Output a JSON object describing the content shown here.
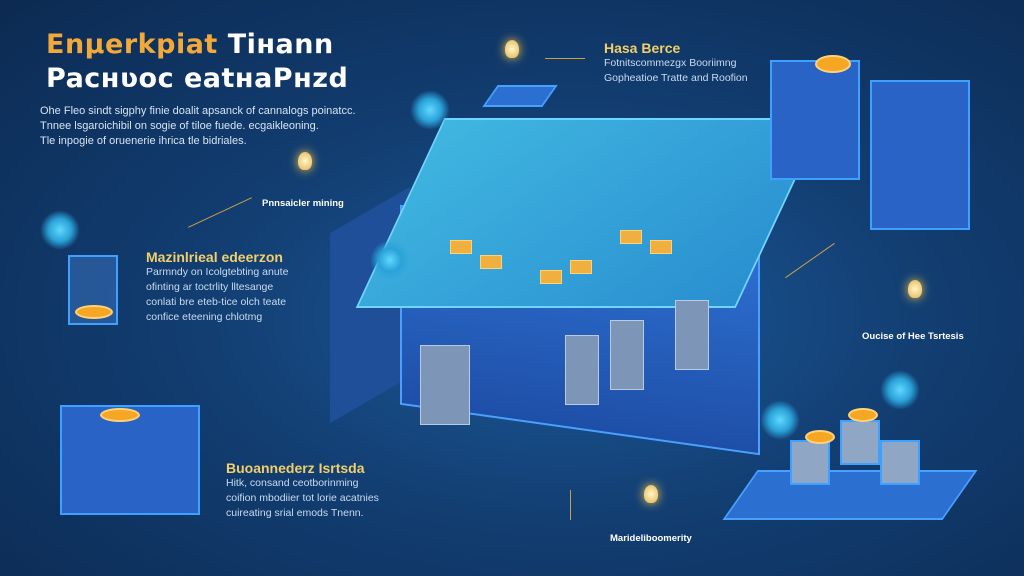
{
  "header": {
    "title_highlight": "Enµerkpiat",
    "title_rest_1": "Tiнann",
    "title_line_2": "Pacнʋoc eatнaPнzd",
    "intro": [
      "Ohe Fleo sindt sigphy finie doalit apsanck of cannalogs poinatcc.",
      "Tnnee lsgaroichibil on sogie of tiloe fuede. ecgaikleoning.",
      "Tle inpogie of oruenerie ihrica tle bidriales."
    ]
  },
  "callouts": [
    {
      "id": "top-right",
      "heading": "Hasa Berce",
      "body": [
        "Fotnitscommezgx Booriimng",
        "Gopheatioe Tratte and Roofion"
      ]
    },
    {
      "id": "mid-left-label",
      "label": "Pnnsaicler mining"
    },
    {
      "id": "left",
      "heading": "Mazinlrieal edeerzon",
      "body": [
        "Parmndy on Icolgtebting anute",
        "ofinting ar toctrlity lltesange",
        "conlati bre eteb-tice olch teate",
        "confice eteening chlotmg"
      ]
    },
    {
      "id": "right-label",
      "label": "Oucise of Hee Tsrtesis"
    },
    {
      "id": "bottom-left",
      "heading": "Buoannederz Isrtsda",
      "body": [
        "Hitk, consand ceotborinming",
        "coifion mbodiier tot lorie acatnies",
        "cuireating srial emods Tnenn."
      ]
    },
    {
      "id": "bottom-label",
      "label": "Marideliboomerity"
    }
  ],
  "colors": {
    "accent": "#f2cf68",
    "orange": "#f3a93a",
    "bg": "#123e72"
  }
}
